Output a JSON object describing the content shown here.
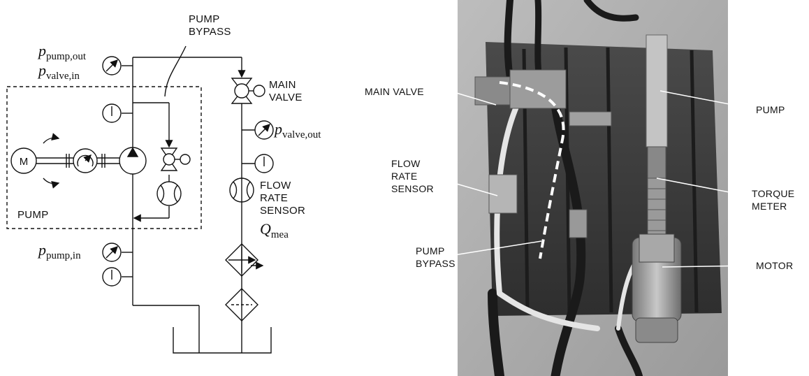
{
  "schematic": {
    "symbols": {
      "p_pump_out": {
        "base": "p",
        "sub": "pump,out"
      },
      "p_valve_in": {
        "base": "p",
        "sub": "valve,in"
      },
      "p_valve_out": {
        "base": "p",
        "sub": "valve,out"
      },
      "p_pump_in": {
        "base": "p",
        "sub": "pump,in"
      },
      "q_mea": {
        "base": "Q",
        "sub": "mea"
      }
    },
    "labels": {
      "pump_bypass_line1": "PUMP",
      "pump_bypass_line2": "BYPASS",
      "main_valve_line1": "MAIN",
      "main_valve_line2": "VALVE",
      "flow_line1": "FLOW",
      "flow_line2": "RATE",
      "flow_line3": "SENSOR",
      "pump_box": "PUMP",
      "motor_letter": "M"
    }
  },
  "photo": {
    "labels": {
      "main_valve": "MAIN VALVE",
      "pump": "PUMP",
      "flow_line1": "FLOW",
      "flow_line2": "RATE",
      "flow_line3": "SENSOR",
      "torque_line1": "TORQUE",
      "torque_line2": "METER",
      "bypass_line1": "PUMP",
      "bypass_line2": "BYPASS",
      "motor": "MOTOR"
    }
  }
}
